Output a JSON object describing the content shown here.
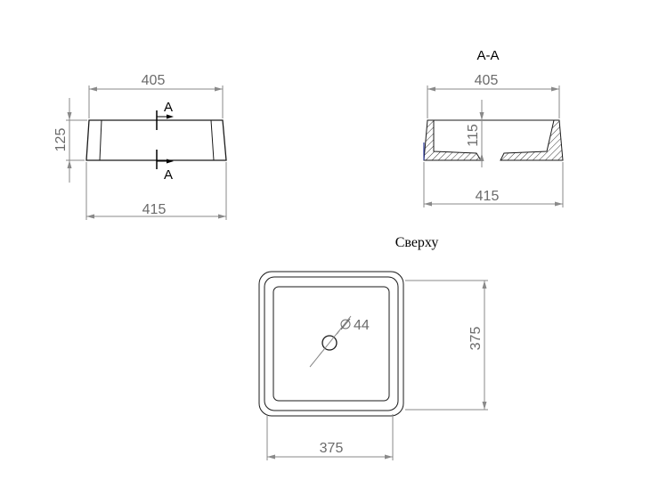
{
  "side_view": {
    "top_width": "405",
    "bottom_width": "415",
    "height": "125",
    "section_mark_top": "A",
    "section_mark_bottom": "A"
  },
  "section_view": {
    "title": "A-A",
    "top_width": "405",
    "bottom_width": "415",
    "inner_depth": "115"
  },
  "top_view": {
    "title": "Сверху",
    "width": "375",
    "depth": "375",
    "drain_diameter": "44"
  }
}
